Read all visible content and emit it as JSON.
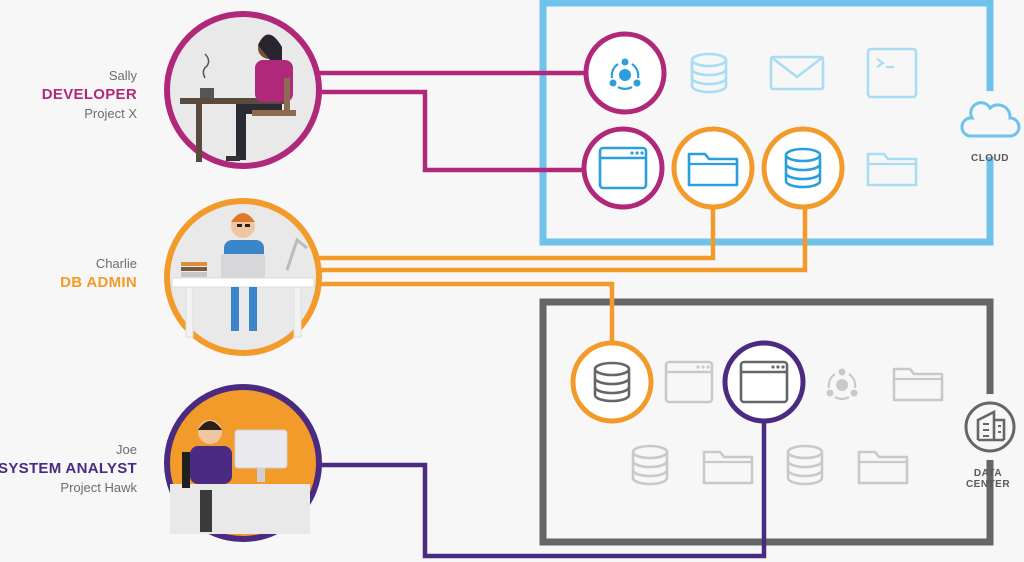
{
  "colors": {
    "developer": "#b0287a",
    "dbadmin": "#f39b2a",
    "analyst": "#4b2a82",
    "cloud": "#6fc3ea",
    "datacenter": "#666669",
    "muted_icon": "#c9c9c9",
    "cloud_icon": "#2a9fdc"
  },
  "personas": [
    {
      "name": "Sally",
      "role": "DEVELOPER",
      "project": "Project X"
    },
    {
      "name": "Charlie",
      "role": "DB ADMIN",
      "project": ""
    },
    {
      "name": "Joe",
      "role": "SYSTEM ANALYST",
      "project": "Project Hawk"
    }
  ],
  "environments": {
    "cloud": {
      "label": "CLOUD",
      "icon": "cloud-icon"
    },
    "datacenter": {
      "label": "DATA CENTER",
      "icon": "building-icon"
    }
  },
  "cloud_resources": [
    {
      "icon": "share-network-icon",
      "owner": "developer"
    },
    {
      "icon": "database-icon",
      "owner": ""
    },
    {
      "icon": "mail-icon",
      "owner": ""
    },
    {
      "icon": "terminal-icon",
      "owner": ""
    },
    {
      "icon": "browser-window-icon",
      "owner": "developer"
    },
    {
      "icon": "folder-icon",
      "owner": "dbadmin"
    },
    {
      "icon": "database-icon",
      "owner": "dbadmin"
    },
    {
      "icon": "folder-icon",
      "owner": ""
    }
  ],
  "datacenter_resources": [
    {
      "icon": "database-icon",
      "owner": "dbadmin"
    },
    {
      "icon": "browser-window-icon",
      "owner": ""
    },
    {
      "icon": "browser-window-icon",
      "owner": "analyst"
    },
    {
      "icon": "share-network-icon",
      "owner": ""
    },
    {
      "icon": "folder-icon",
      "owner": ""
    },
    {
      "icon": "database-icon",
      "owner": ""
    },
    {
      "icon": "folder-icon",
      "owner": ""
    },
    {
      "icon": "database-icon",
      "owner": ""
    },
    {
      "icon": "folder-icon",
      "owner": ""
    }
  ]
}
